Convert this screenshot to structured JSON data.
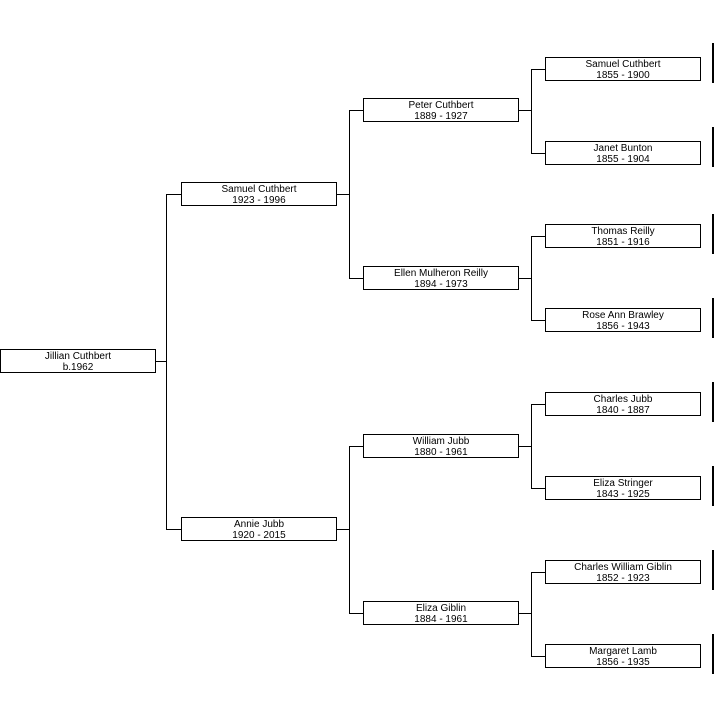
{
  "pedigree": {
    "root": {
      "name": "Jillian Cuthbert",
      "dates": "b.1962"
    },
    "parents": [
      {
        "name": "Samuel Cuthbert",
        "dates": "1923 - 1996"
      },
      {
        "name": "Annie Jubb",
        "dates": "1920 - 2015"
      }
    ],
    "grandparents": [
      {
        "name": "Peter Cuthbert",
        "dates": "1889 - 1927"
      },
      {
        "name": "Ellen Mulheron Reilly",
        "dates": "1894 - 1973"
      },
      {
        "name": "William Jubb",
        "dates": "1880 - 1961"
      },
      {
        "name": "Eliza Giblin",
        "dates": "1884 - 1961"
      }
    ],
    "great_grandparents": [
      {
        "name": "Samuel Cuthbert",
        "dates": "1855 - 1900"
      },
      {
        "name": "Janet Bunton",
        "dates": "1855 - 1904"
      },
      {
        "name": "Thomas Reilly",
        "dates": "1851 - 1916"
      },
      {
        "name": "Rose Ann Brawley",
        "dates": "1856 - 1943"
      },
      {
        "name": "Charles Jubb",
        "dates": "1840 - 1887"
      },
      {
        "name": "Eliza Stringer",
        "dates": "1843 - 1925"
      },
      {
        "name": "Charles William Giblin",
        "dates": "1852 - 1923"
      },
      {
        "name": "Margaret Lamb",
        "dates": "1856 - 1935"
      }
    ]
  }
}
